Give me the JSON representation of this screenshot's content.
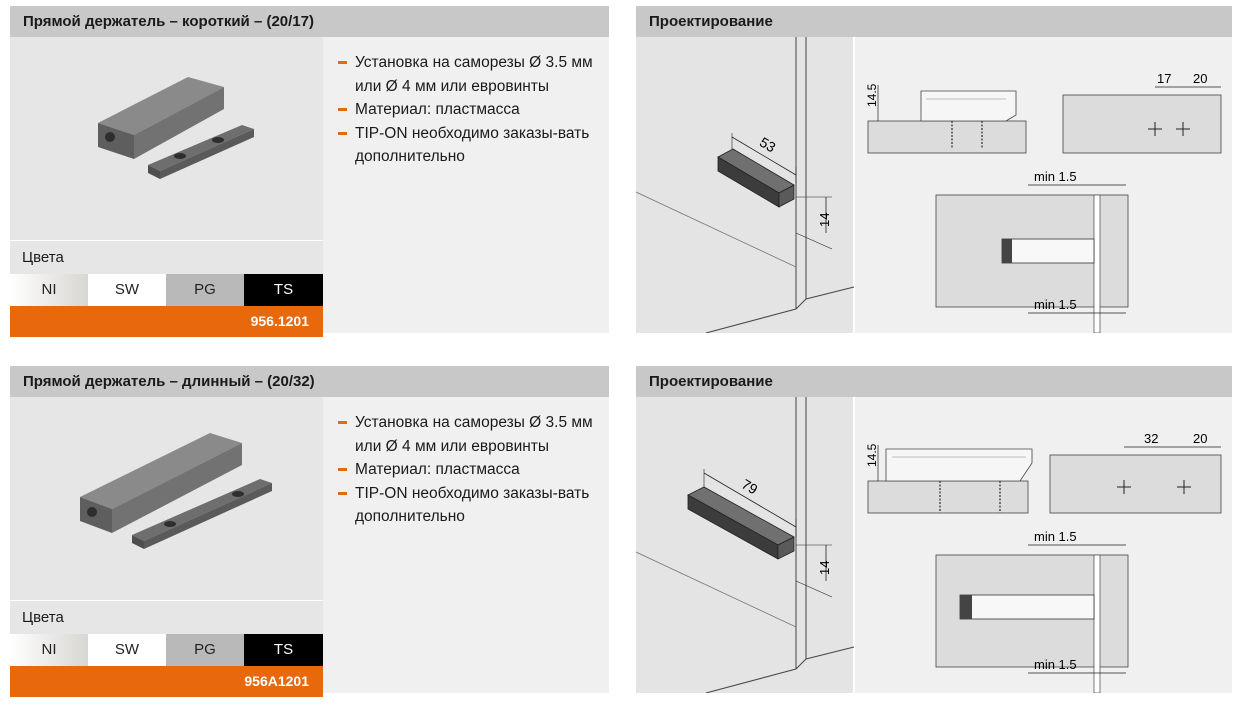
{
  "products": [
    {
      "title": "Прямой держатель – короткий – (20/17)",
      "features": [
        "Установка на саморезы Ø 3.5 мм или Ø 4 мм или евровинты",
        "Материал: пластмасса",
        "TIP-ON необходимо заказы-вать дополнительно"
      ],
      "colors_label": "Цвета",
      "colors": [
        "NI",
        "SW",
        "PG",
        "TS"
      ],
      "article_number": "956.1201",
      "design": {
        "title": "Проектирование",
        "dim_length": "53",
        "dim_height": "14",
        "dim_top": "14.5",
        "dim_a": "17",
        "dim_b": "20",
        "min_top": "min 1.5",
        "min_bottom": "min 1.5"
      }
    },
    {
      "title": "Прямой держатель – длинный – (20/32)",
      "features": [
        "Установка на саморезы Ø 3.5 мм или Ø 4 мм или евровинты",
        "Материал: пластмасса",
        "TIP-ON необходимо заказы-вать дополнительно"
      ],
      "colors_label": "Цвета",
      "colors": [
        "NI",
        "SW",
        "PG",
        "TS"
      ],
      "article_number": "956A1201",
      "design": {
        "title": "Проектирование",
        "dim_length": "79",
        "dim_height": "14",
        "dim_top": "14.5",
        "dim_a": "32",
        "dim_b": "20",
        "min_top": "min 1.5",
        "min_bottom": "min 1.5"
      }
    }
  ],
  "colors": {
    "accent": "#e8690c",
    "header_bg": "#c8c8c8",
    "panel_bg": "#f0f0f0"
  }
}
